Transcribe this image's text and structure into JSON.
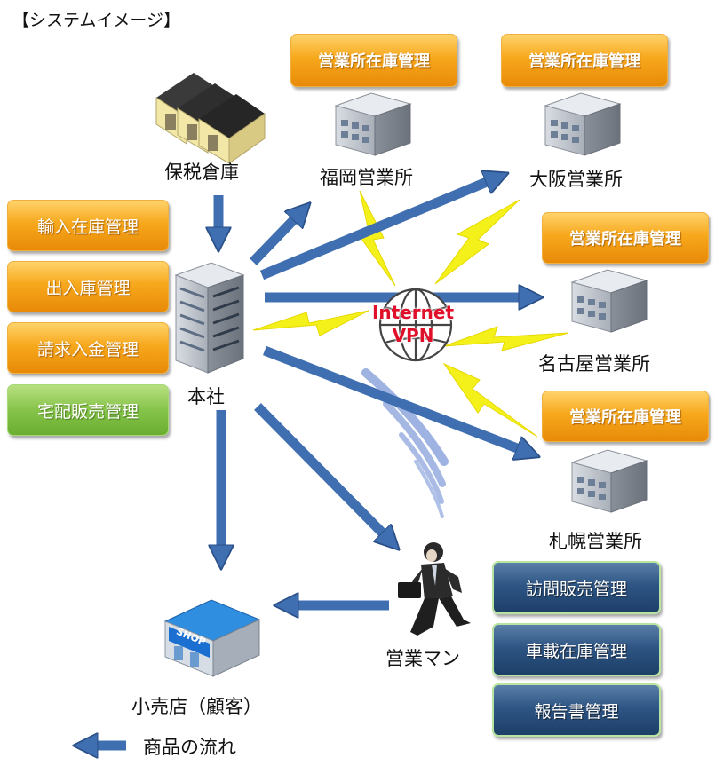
{
  "title": "【システムイメージ】",
  "nodes": {
    "warehouse": "保税倉庫",
    "hq": "本社",
    "fukuoka": "福岡営業所",
    "osaka": "大阪営業所",
    "nagoya": "名古屋営業所",
    "sapporo": "札幌営業所",
    "salesman": "営業マン",
    "retail": "小売店（顧客）"
  },
  "branch_module": "営業所在庫管理",
  "hq_modules": [
    "輸入在庫管理",
    "出入庫管理",
    "請求入金管理",
    "宅配販売管理"
  ],
  "sales_modules": [
    "訪問販売管理",
    "車載在庫管理",
    "報告書管理"
  ],
  "internet_label": [
    "Internet",
    "VPN"
  ],
  "shop_sign": "SHOP",
  "legend": "商品の流れ",
  "colors": {
    "arrow": "#3f6fb0",
    "lightning": "#f4f11a",
    "orange": "#f7a81c",
    "green": "#86c44a",
    "navy": "#2e5584",
    "internet_text": "#e0102a"
  }
}
